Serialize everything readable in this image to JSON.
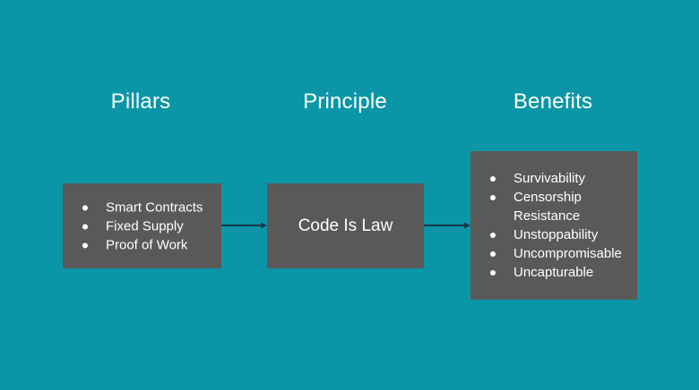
{
  "canvas": {
    "background_color": "#0b96a7",
    "box_color": "#595959",
    "text_color": "#ffffff",
    "connector_color": "#17394a"
  },
  "headings": {
    "pillars": "Pillars",
    "principle": "Principle",
    "benefits": "Benefits"
  },
  "boxes": {
    "pillars": {
      "items": [
        "Smart Contracts",
        "Fixed Supply",
        "Proof of Work"
      ]
    },
    "principle": {
      "label": "Code Is Law"
    },
    "benefits": {
      "items": [
        "Survivability",
        "Censorship Resistance",
        "Unstoppability",
        "Uncompromisable",
        "Uncapturable"
      ]
    }
  },
  "connectors": [
    {
      "name": "pillars-to-principle",
      "from": "pillars",
      "to": "principle"
    },
    {
      "name": "principle-to-benefits",
      "from": "principle",
      "to": "benefits"
    }
  ]
}
